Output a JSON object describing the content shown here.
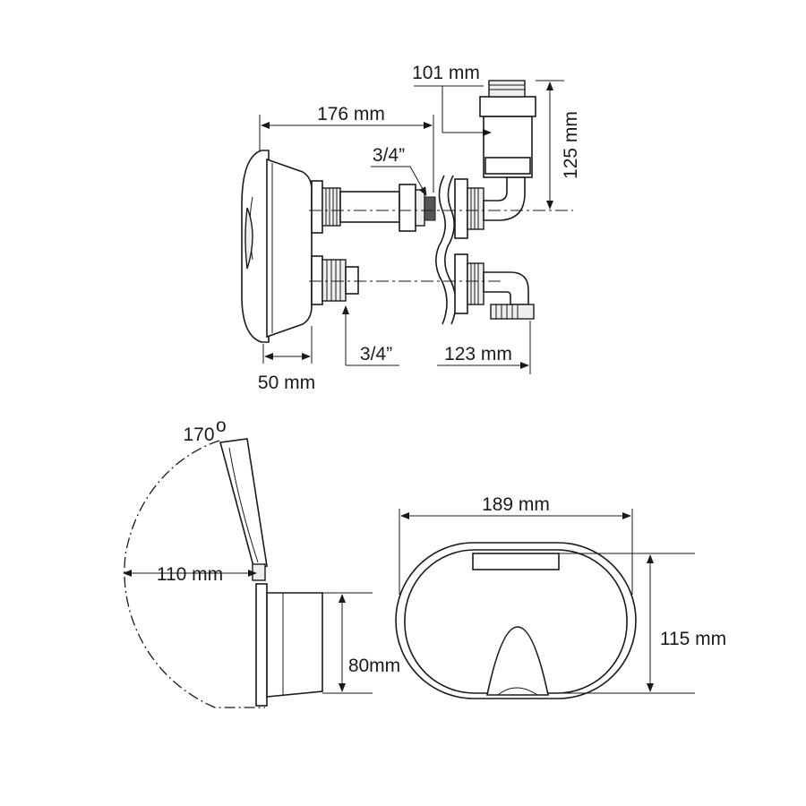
{
  "top_view": {
    "dim_176": "176 mm",
    "dim_101": "101 mm",
    "dim_125": "125 mm",
    "thread_upper": "3/4”",
    "thread_lower": "3/4”",
    "dim_123": "123 mm",
    "dim_50": "50 mm"
  },
  "side_view": {
    "angle": "170",
    "angle_unit": "o",
    "dim_110": "110 mm",
    "dim_80": "80mm"
  },
  "front_view": {
    "dim_189": "189 mm",
    "dim_115": "115 mm"
  }
}
